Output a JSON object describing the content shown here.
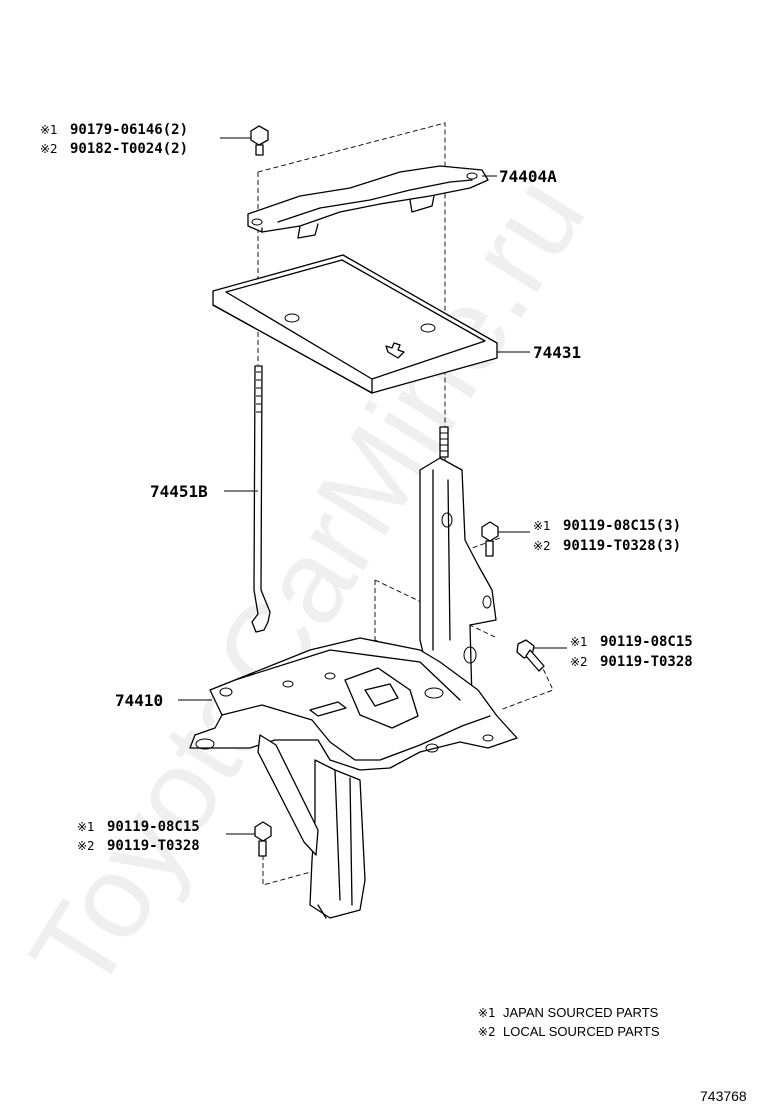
{
  "watermark": "ToyotaCarMine.ru",
  "parts": [
    {
      "id": "p74404A",
      "code": "74404A"
    },
    {
      "id": "p74431",
      "code": "74431"
    },
    {
      "id": "p74451B",
      "code": "74451B"
    },
    {
      "id": "p74410",
      "code": "74410"
    }
  ],
  "fasteners": {
    "top_bolt": {
      "line1": {
        "mark": "※1",
        "code": "90179-06146(2)"
      },
      "line2": {
        "mark": "※2",
        "code": "90182-T0024(2)"
      }
    },
    "mid_bolt": {
      "line1": {
        "mark": "※1",
        "code": "90119-08C15(3)"
      },
      "line2": {
        "mark": "※2",
        "code": "90119-T0328(3)"
      }
    },
    "side_bolt": {
      "line1": {
        "mark": "※1",
        "code": "90119-08C15"
      },
      "line2": {
        "mark": "※2",
        "code": "90119-T0328"
      }
    },
    "bottom_bolt": {
      "line1": {
        "mark": "※1",
        "code": "90119-08C15"
      },
      "line2": {
        "mark": "※2",
        "code": "90119-T0328"
      }
    }
  },
  "legend": [
    {
      "mark": "※1",
      "text": "JAPAN SOURCED PARTS"
    },
    {
      "mark": "※2",
      "text": "LOCAL SOURCED PARTS"
    }
  ],
  "figure_number": "743768"
}
